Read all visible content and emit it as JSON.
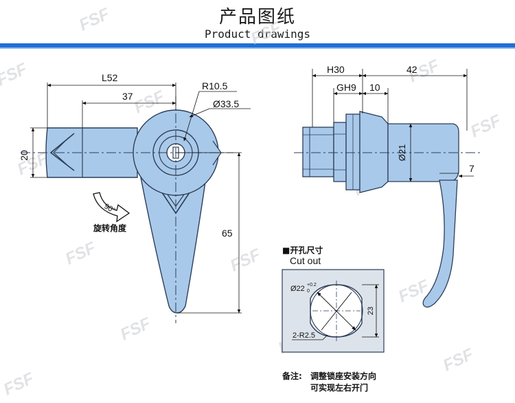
{
  "header": {
    "title_zh": "产品图纸",
    "title_en": "Product drawings",
    "accent_color": "#1f6fd8"
  },
  "watermark": "FSF",
  "front_view": {
    "dim_l52": "L52",
    "dim_37": "37",
    "dim_r105": "R10.5",
    "dim_d335": "Ø33.5",
    "dim_20": "20",
    "dim_65": "65",
    "rotation_angle": "90°",
    "rotation_label": "旋转角度"
  },
  "side_view": {
    "dim_h30": "H30",
    "dim_42": "42",
    "dim_gh9": "GH9",
    "dim_10": "10",
    "dim_d21": "Ø21",
    "dim_7": "7"
  },
  "cutout": {
    "title_zh": "■开孔尺寸",
    "title_en": "Cut out",
    "dim_d22": "Ø22",
    "dim_d22_tol_upper": "+0.2",
    "dim_d22_tol_lower": "0",
    "dim_23": "23",
    "dim_r25": "2-R2.5",
    "panel_color": "#dde3ea"
  },
  "note": {
    "label": "备注:",
    "line1": "调整锁座安装方向",
    "line2": "可实现左右开门"
  },
  "part_color": "#a9c9ea"
}
